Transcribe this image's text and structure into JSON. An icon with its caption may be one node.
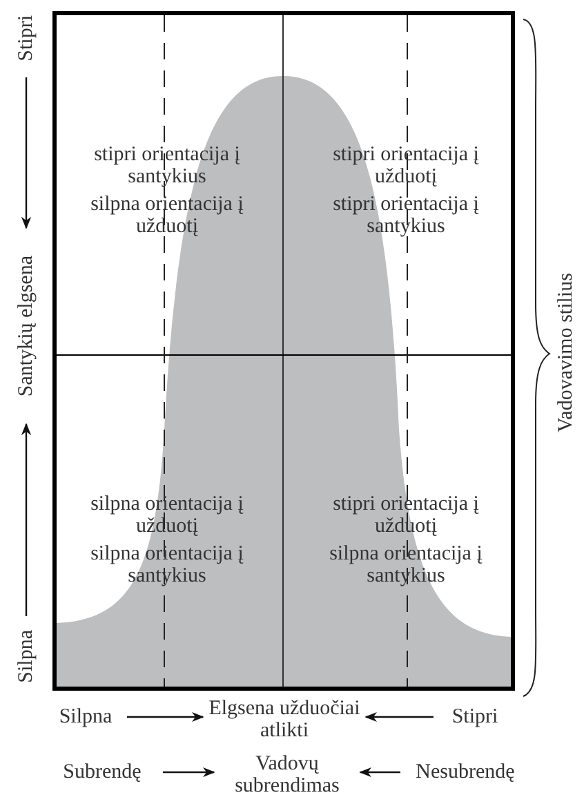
{
  "diagram": {
    "nodes": [
      {
        "text": [],
        "shape": "box"
      },
      {
        "text": [
          "stipri orientacija į santykius",
          "silpna orientacija į užduotį"
        ],
        "in": 0
      },
      {
        "text": [
          "stipri orientacija į užduotį",
          "stipri orientacija į santykius"
        ],
        "in": 0
      },
      {
        "text": [
          "silpna orientacija į užduotį",
          "silpna orientacija į santykius"
        ],
        "in": 0
      },
      {
        "text": [
          "stipri orientacija į užduotį",
          "silpna orientacija į santykius"
        ],
        "in": 0
      },
      {
        "text": [
          "Stipri"
        ]
      },
      {
        "text": [
          "Santykių elgsena"
        ]
      },
      {
        "text": [
          "Silpna"
        ]
      },
      {
        "text": [
          "Silpna"
        ]
      },
      {
        "text": [
          "Elgsena užduočiai atlikti"
        ]
      },
      {
        "text": [
          "Stipri"
        ]
      },
      {
        "text": [
          "Subrendę"
        ]
      },
      {
        "text": [
          "Vadovų subrendimas"
        ]
      },
      {
        "text": [
          "Nesubrendę"
        ]
      }
    ],
    "edges": [
      {
        "from": 5,
        "to": 6,
        "arrow": "to"
      },
      {
        "from": 7,
        "to": 6,
        "arrow": "to"
      },
      {
        "from": 8,
        "to": 9,
        "arrow": "to"
      },
      {
        "from": 10,
        "to": 9,
        "arrow": "to"
      },
      {
        "from": 11,
        "to": 12,
        "arrow": "to"
      },
      {
        "from": 13,
        "to": 12,
        "arrow": "to"
      }
    ],
    "labels": [
      "Vadovavimo stilius"
    ]
  }
}
